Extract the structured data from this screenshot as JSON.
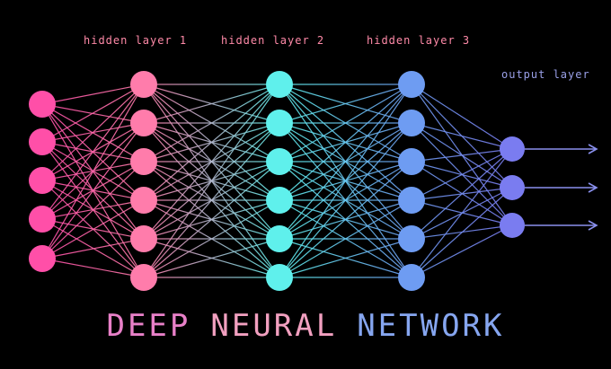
{
  "layer_labels": {
    "hidden1": "hidden layer 1",
    "hidden2": "hidden layer 2",
    "hidden3": "hidden layer 3",
    "output": "output layer"
  },
  "title": {
    "word1": "DEEP",
    "word2": "NEURAL",
    "word3": "NETWORK"
  },
  "colors": {
    "input": "#ff4fa8",
    "hidden1": "#ff7cab",
    "hidden2": "#5ff0ec",
    "hidden3": "#6e9cf2",
    "output": "#7a7cf0",
    "title_word1": "#e880c8",
    "title_word2": "#f2a0c0",
    "title_word3": "#86a6f0",
    "label_hidden": "#ff8aa8",
    "label_output": "#9aa0e8"
  },
  "network": {
    "layers": [
      {
        "name": "input",
        "neurons": 5
      },
      {
        "name": "hidden1",
        "neurons": 6
      },
      {
        "name": "hidden2",
        "neurons": 6
      },
      {
        "name": "hidden3",
        "neurons": 6
      },
      {
        "name": "output",
        "neurons": 3
      }
    ],
    "output_arrows": 3
  }
}
